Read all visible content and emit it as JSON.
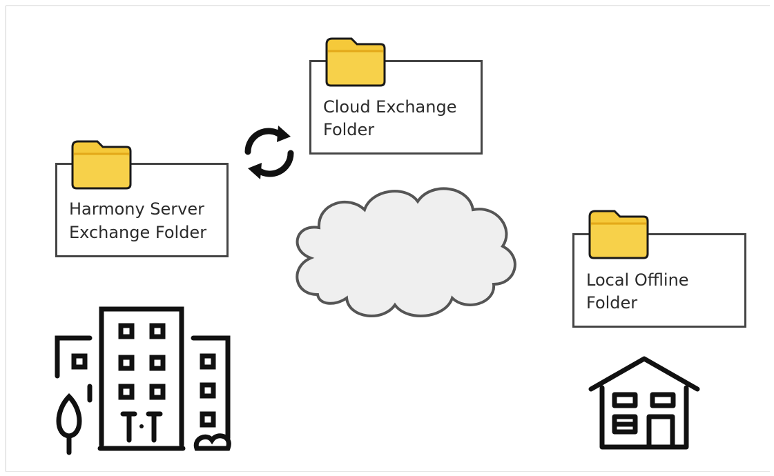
{
  "diagram": {
    "folders": [
      {
        "id": "harmony",
        "label_lines": [
          "Harmony Server",
          "Exchange Folder"
        ],
        "icon": "folder-icon"
      },
      {
        "id": "cloud",
        "label_lines": [
          "Cloud Exchange",
          "Folder"
        ],
        "icon": "folder-icon"
      },
      {
        "id": "local",
        "label_lines": [
          "Local Offline",
          "Folder"
        ],
        "icon": "folder-icon"
      }
    ],
    "icons": [
      "sync-icon",
      "cloud-icon",
      "office-building-icon",
      "house-icon"
    ],
    "colors": {
      "folder_fill": "#f5c93a",
      "folder_stroke": "#1a1a1a",
      "box_border": "#444444",
      "cloud_fill": "#efefef",
      "cloud_stroke": "#555555"
    }
  }
}
